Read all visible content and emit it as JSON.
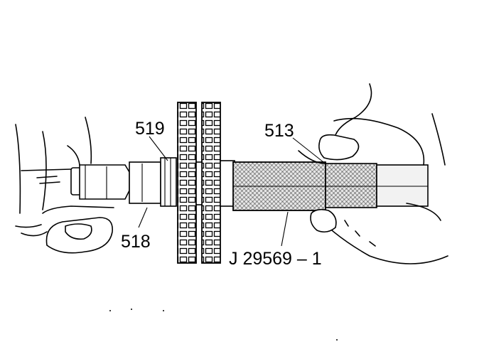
{
  "callouts": {
    "bearing": "519",
    "shaft": "518",
    "sleeve": "513",
    "tool": "J 29569 – 1"
  },
  "colors": {
    "ink": "#000000",
    "paper": "#ffffff",
    "tool_fill": "#cfcfcf"
  }
}
